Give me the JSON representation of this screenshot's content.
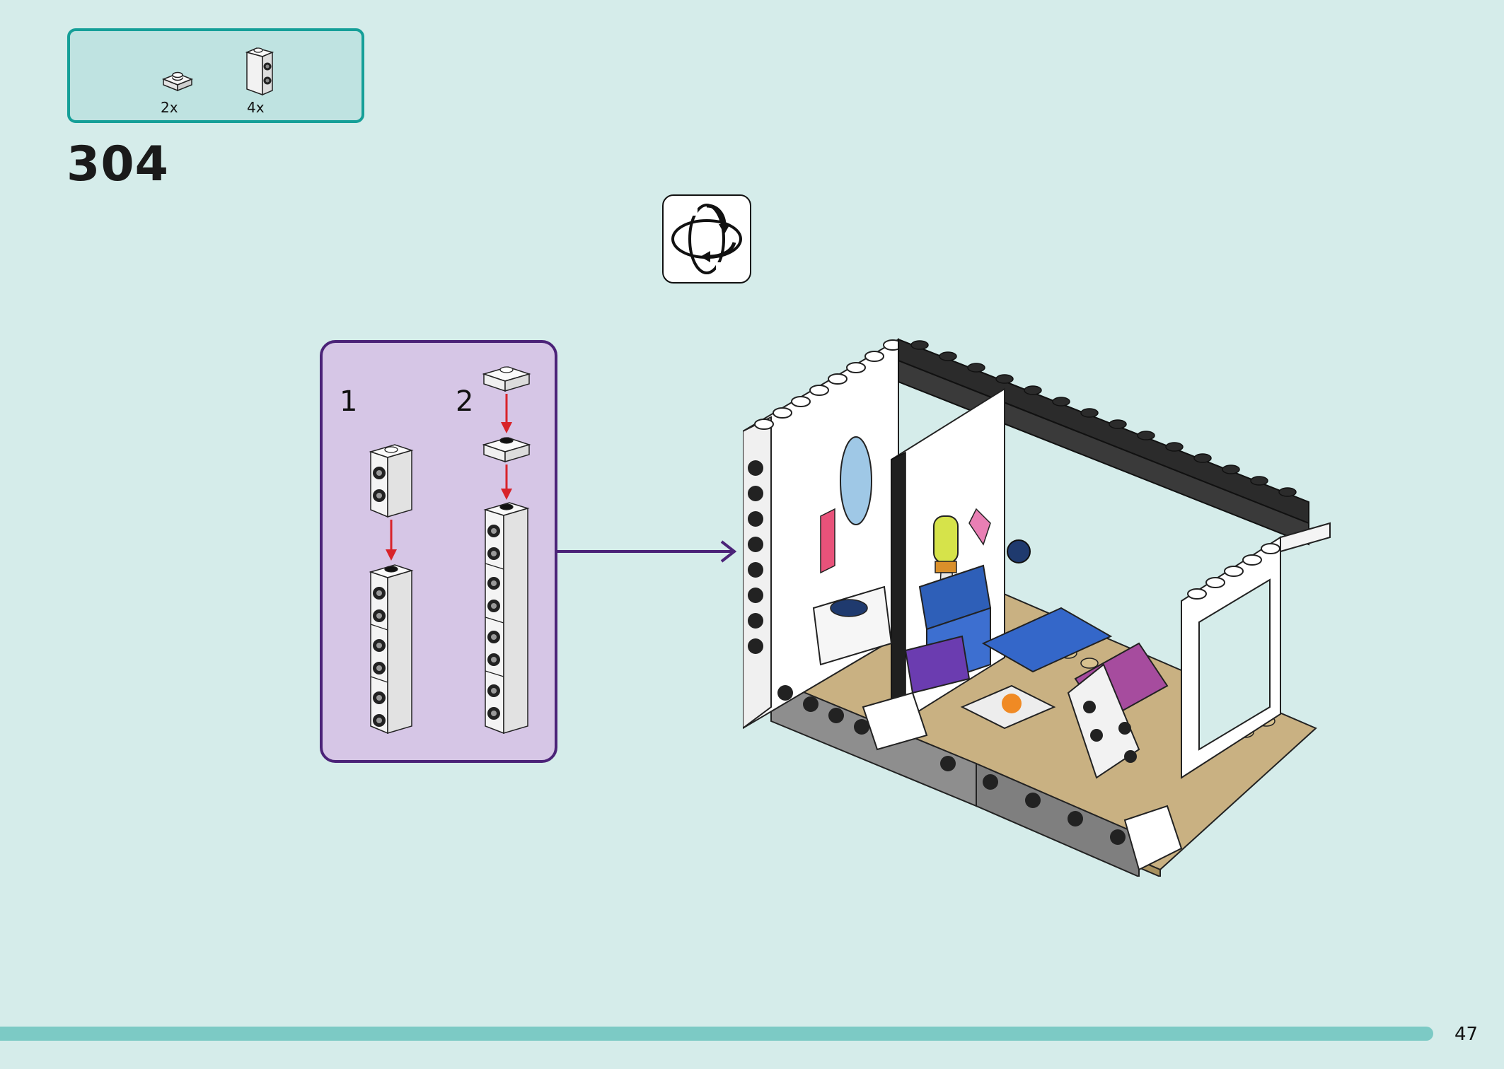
{
  "step": {
    "number": "304"
  },
  "parts_list": {
    "items": [
      {
        "icon": "white-plate-1x1-icon",
        "quantity": "2x"
      },
      {
        "icon": "white-brick-1x1-studs-on-side-icon",
        "quantity": "4x"
      }
    ]
  },
  "rotate": {
    "icon": "rotate-model-icon"
  },
  "sub_assembly": {
    "steps": [
      {
        "label": "1"
      },
      {
        "label": "2"
      }
    ]
  },
  "colors": {
    "background": "#d5ecea",
    "parts_box_border": "#159f98",
    "sub_assembly_fill": "#d6c6e6",
    "sub_assembly_border": "#4b2378",
    "arrow_red": "#d8232a",
    "footer_bar": "#7ccac5"
  },
  "page": {
    "number": "47"
  }
}
